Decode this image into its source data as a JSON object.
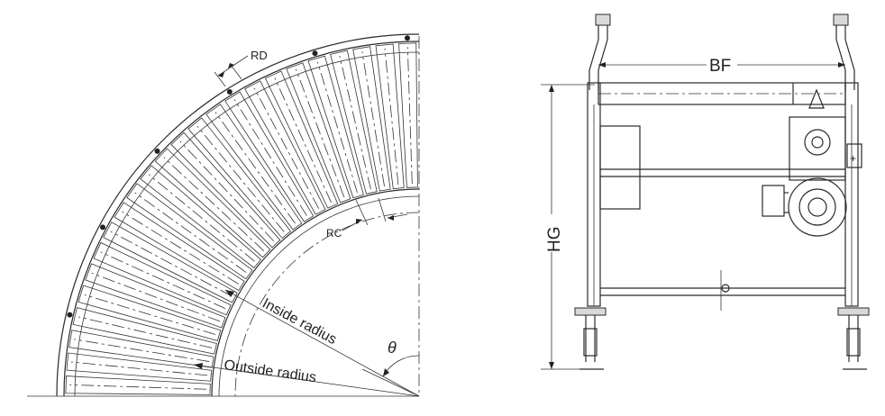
{
  "curve_view": {
    "labels": {
      "rd": "RD",
      "rc": "RC",
      "inside_radius": "Inside radius",
      "outside_radius": "Outside radius",
      "angle": "θ"
    }
  },
  "end_view": {
    "labels": {
      "bf": "BF",
      "hg": "HG",
      "plus": "+"
    }
  },
  "colors": {
    "line": "#2a2a2a",
    "background": "#ffffff"
  }
}
